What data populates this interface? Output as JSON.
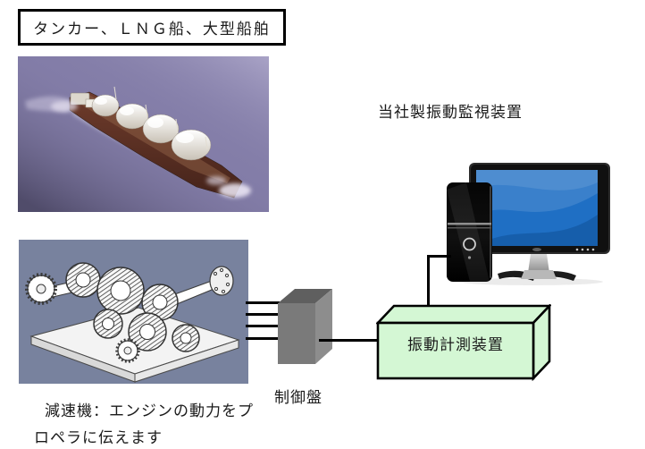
{
  "diagram": {
    "title": "タンカー、ＬＮＧ船、大型船舶",
    "monitor_label": "当社製振動監視装置",
    "control_panel_label": "制御盤",
    "measurement_device_label": "振動計測装置",
    "caption_line1": "減速機：エンジンの動力をプ",
    "caption_line2": "ロペラに伝えます"
  },
  "colors": {
    "measurement_box_fill": "#d4f7d4",
    "panel_front": "#7a7a7a",
    "panel_top": "#5f5f5f",
    "panel_side": "#8d8d8d",
    "gearbox_background": "#78829e",
    "screen_blue": "#1f6fc4",
    "sea_purple": "#837da8"
  }
}
